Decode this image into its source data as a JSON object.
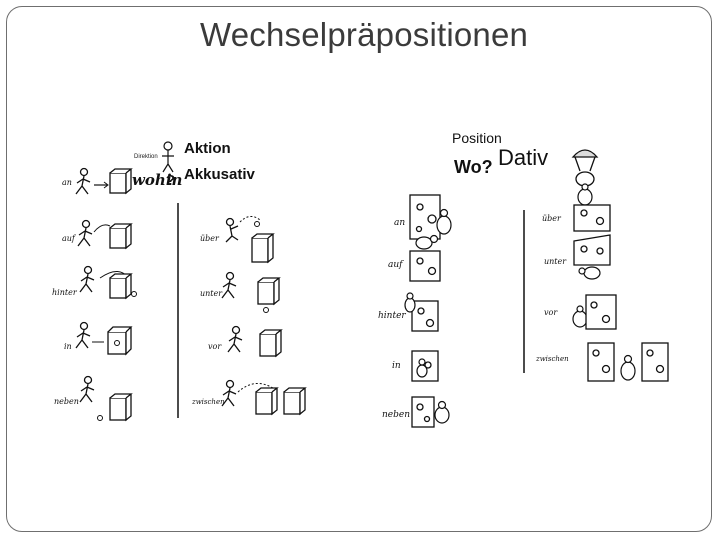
{
  "title": "Wechselpräpositionen",
  "left_panel": {
    "tag": "Direktion",
    "question": "wohin",
    "heading_1": "Aktion",
    "heading_2": "Akkusativ",
    "col1": [
      "an",
      "auf",
      "hinter",
      "in",
      "neben"
    ],
    "col2": [
      "über",
      "unter",
      "vor",
      "zwischen"
    ]
  },
  "right_panel": {
    "tag": "Position",
    "question": "Wo?",
    "heading": "Dativ",
    "col1": [
      "an",
      "auf",
      "hinter",
      "in",
      "neben"
    ],
    "col2": [
      "über",
      "unter",
      "vor",
      "zwischen"
    ]
  }
}
